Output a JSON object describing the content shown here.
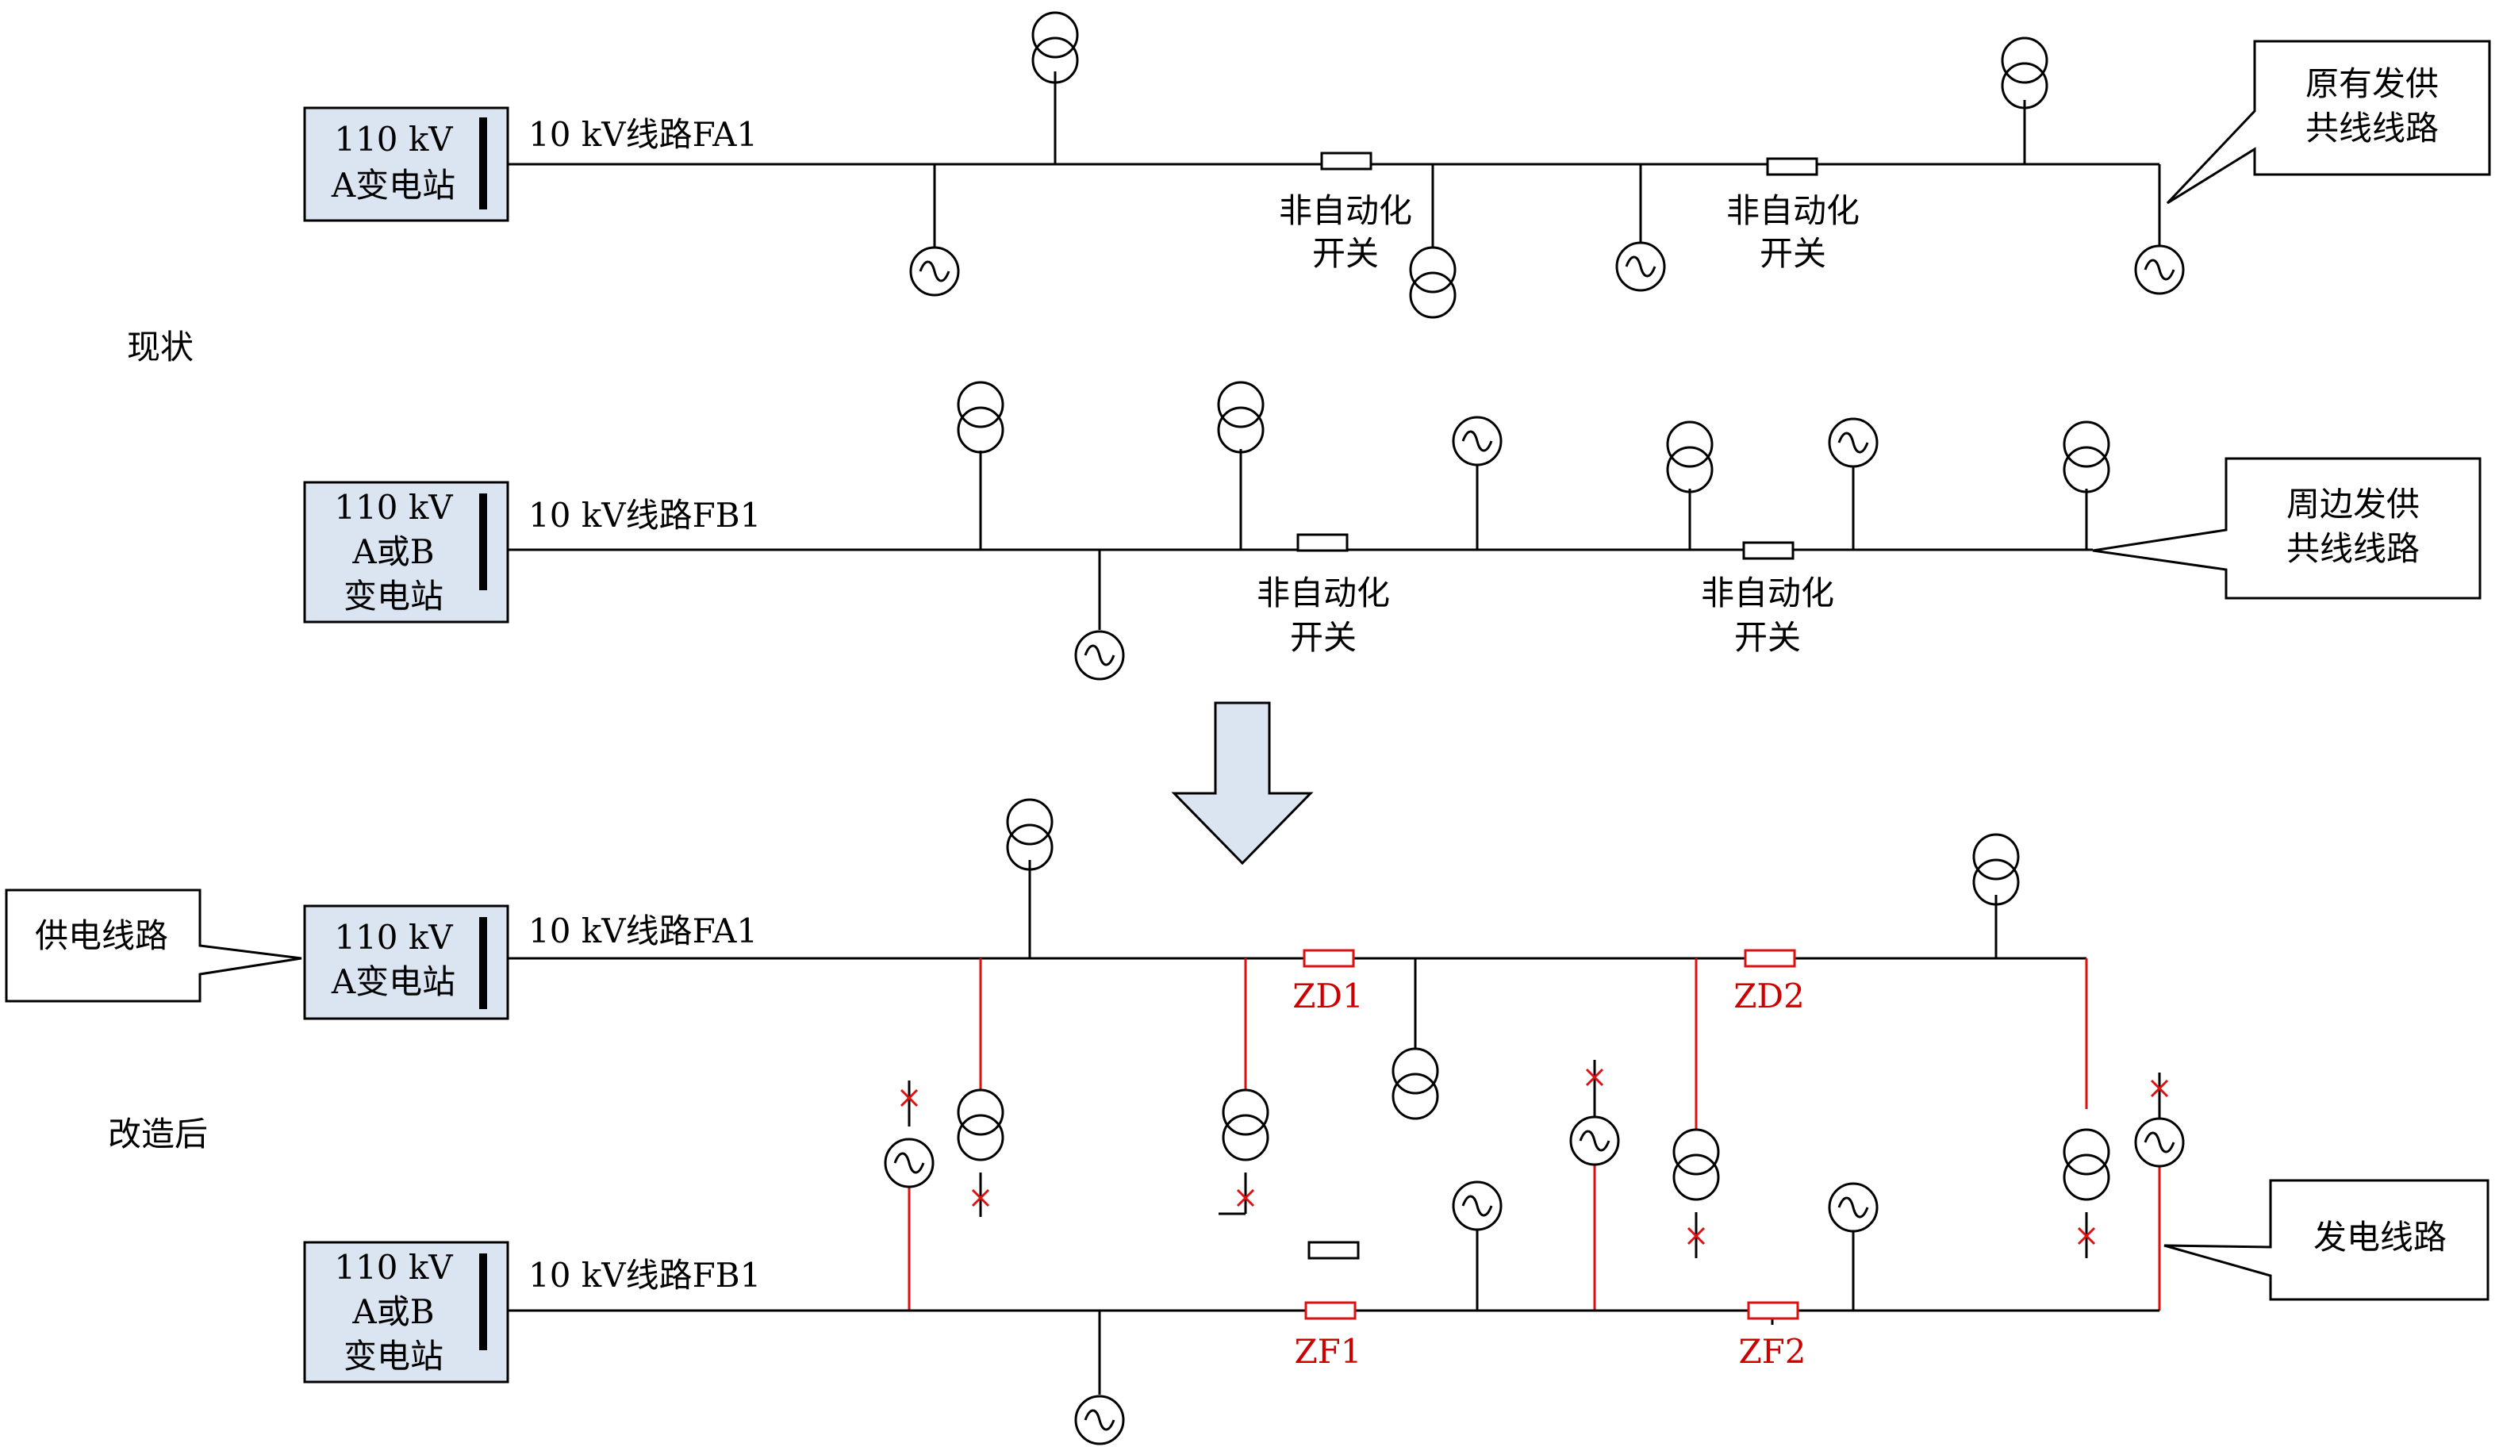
{
  "labels": {
    "section_current": "现状",
    "section_after": "改造后",
    "station_a_line1": "110 kV",
    "station_a_line2": "A变电站",
    "station_ab_line1": "110 kV",
    "station_ab_line2": "A或B",
    "station_ab_line3": "变电站",
    "line_fa1": "10 kV线路FA1",
    "line_fb1": "10 kV线路FB1",
    "switch_line1": "非自动化",
    "switch_line2": "开关",
    "callout_original_1": "原有发供",
    "callout_original_2": "共线线路",
    "callout_nearby_1": "周边发供",
    "callout_nearby_2": "共线线路",
    "callout_supply": "供电线路",
    "callout_gen": "发电线路",
    "zd1": "ZD1",
    "zd2": "ZD2",
    "zf1": "ZF1",
    "zf2": "ZF2"
  },
  "colors": {
    "line": "#000000",
    "new_line": "#dd1111",
    "station_fill": "#dbe5f1",
    "arrow_fill": "#dbe5f1"
  }
}
